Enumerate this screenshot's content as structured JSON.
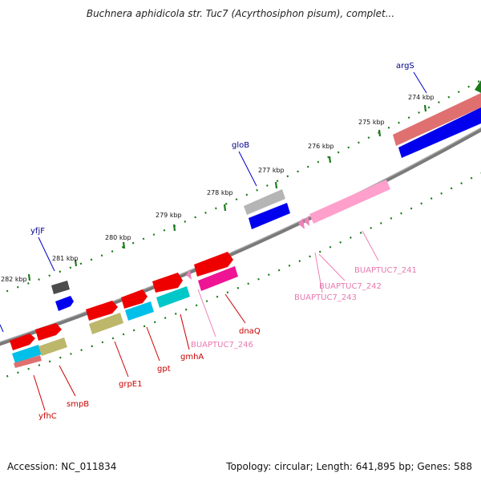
{
  "title": "Buchnera aphidicola str. Tuc7 (Acyrthosiphon pisum), complet...",
  "footer": {
    "accession": "Accession: NC_011834",
    "topology": "Topology: circular; Length: 641,895 bp; Genes: 588"
  },
  "scale_labels": [
    "282 kbp",
    "281 kbp",
    "280 kbp",
    "279 kbp",
    "278 kbp",
    "277 kbp",
    "276 kbp",
    "275 kbp",
    "274 kbp"
  ],
  "gene_labels": {
    "yfjF": "yfjF",
    "gloB": "gloB",
    "argS": "argS",
    "yfhC": "yfhC",
    "smpB": "smpB",
    "grpE1": "grpE1",
    "gpt": "gpt",
    "gmhA": "gmhA",
    "BUAPTUC7_246": "BUAPTUC7_246",
    "dnaQ": "dnaQ",
    "BUAPTUC7_243": "BUAPTUC7_243",
    "BUAPTUC7_242": "BUAPTUC7_242",
    "BUAPTUC7_241": "BUAPTUC7_241"
  },
  "colors": {
    "backbone": "#7a7a7a",
    "tick": "#1a7a1a",
    "label_blue": "#00008b",
    "label_red": "#cc0000",
    "label_pink": "#e879b0"
  }
}
